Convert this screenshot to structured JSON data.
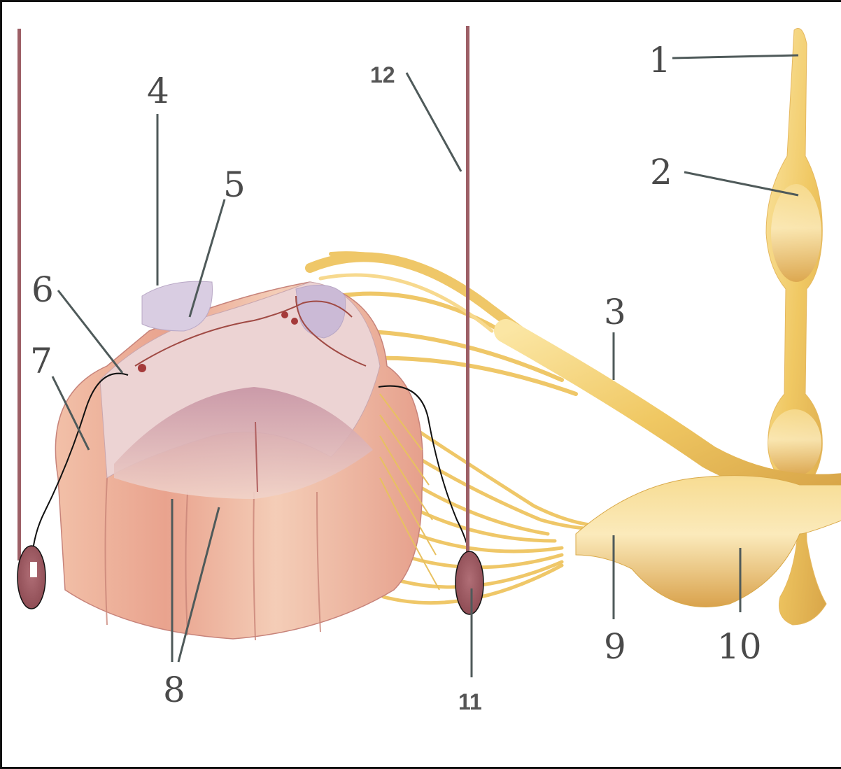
{
  "diagram": {
    "labels": {
      "l1": "1",
      "l2": "2",
      "l3": "3",
      "l4": "4",
      "l5": "5",
      "l6": "6",
      "l7": "7",
      "l8": "8",
      "l9": "9",
      "l10": "10",
      "l11": "11",
      "l12": "12"
    }
  },
  "colors": {
    "nerve": "#f2cd6c",
    "nerve_dark": "#d9a94a",
    "cord_pink": "#e9a590",
    "cord_light": "#f6d6c6",
    "grey_matter": "#f3e6e0",
    "electrode": "#9c5a62",
    "leader": "#4f5a5a"
  }
}
